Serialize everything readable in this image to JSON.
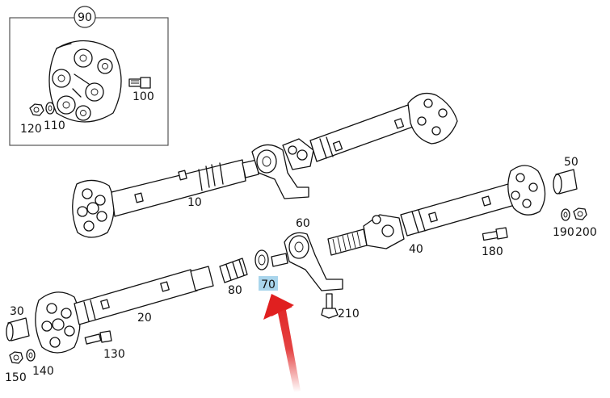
{
  "diagram": {
    "inset_callout": "90",
    "parts": {
      "p10": "10",
      "p20": "20",
      "p30": "30",
      "p40": "40",
      "p50": "50",
      "p60": "60",
      "p70": "70",
      "p80": "80",
      "p100": "100",
      "p110": "110",
      "p120": "120",
      "p130": "130",
      "p140": "140",
      "p150": "150",
      "p180": "180",
      "p190": "190",
      "p200": "200",
      "p210": "210"
    },
    "highlighted_part": "70",
    "highlight_color": "#a9d5ec",
    "arrow_color": "#e02020"
  }
}
